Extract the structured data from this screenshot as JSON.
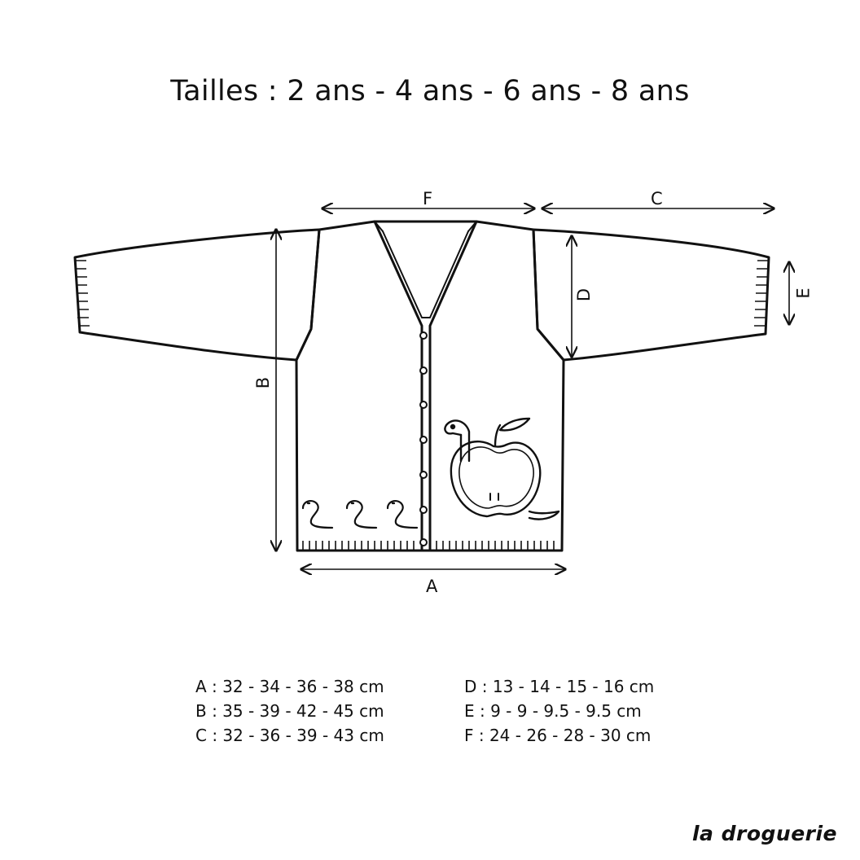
{
  "title": "Tailles : 2 ans - 4 ans - 6 ans - 8 ans",
  "labels": {
    "a": "A",
    "b": "B",
    "c": "C",
    "d": "D",
    "e": "E",
    "f": "F"
  },
  "measurements_left": [
    "A : 32 - 34 - 36 - 38 cm",
    "B : 35 - 39 - 42 - 45 cm",
    "C : 32 - 36 - 39 - 43 cm"
  ],
  "measurements_right": [
    "D : 13 - 14 - 15 - 16 cm",
    "E : 9 - 9 - 9.5 - 9.5 cm",
    "F : 24 - 26 - 28 - 30 cm"
  ],
  "brand": "la droguerie",
  "icons": {
    "motif_main": "apple-with-worm-icon",
    "motif_small": "worm-icon"
  }
}
